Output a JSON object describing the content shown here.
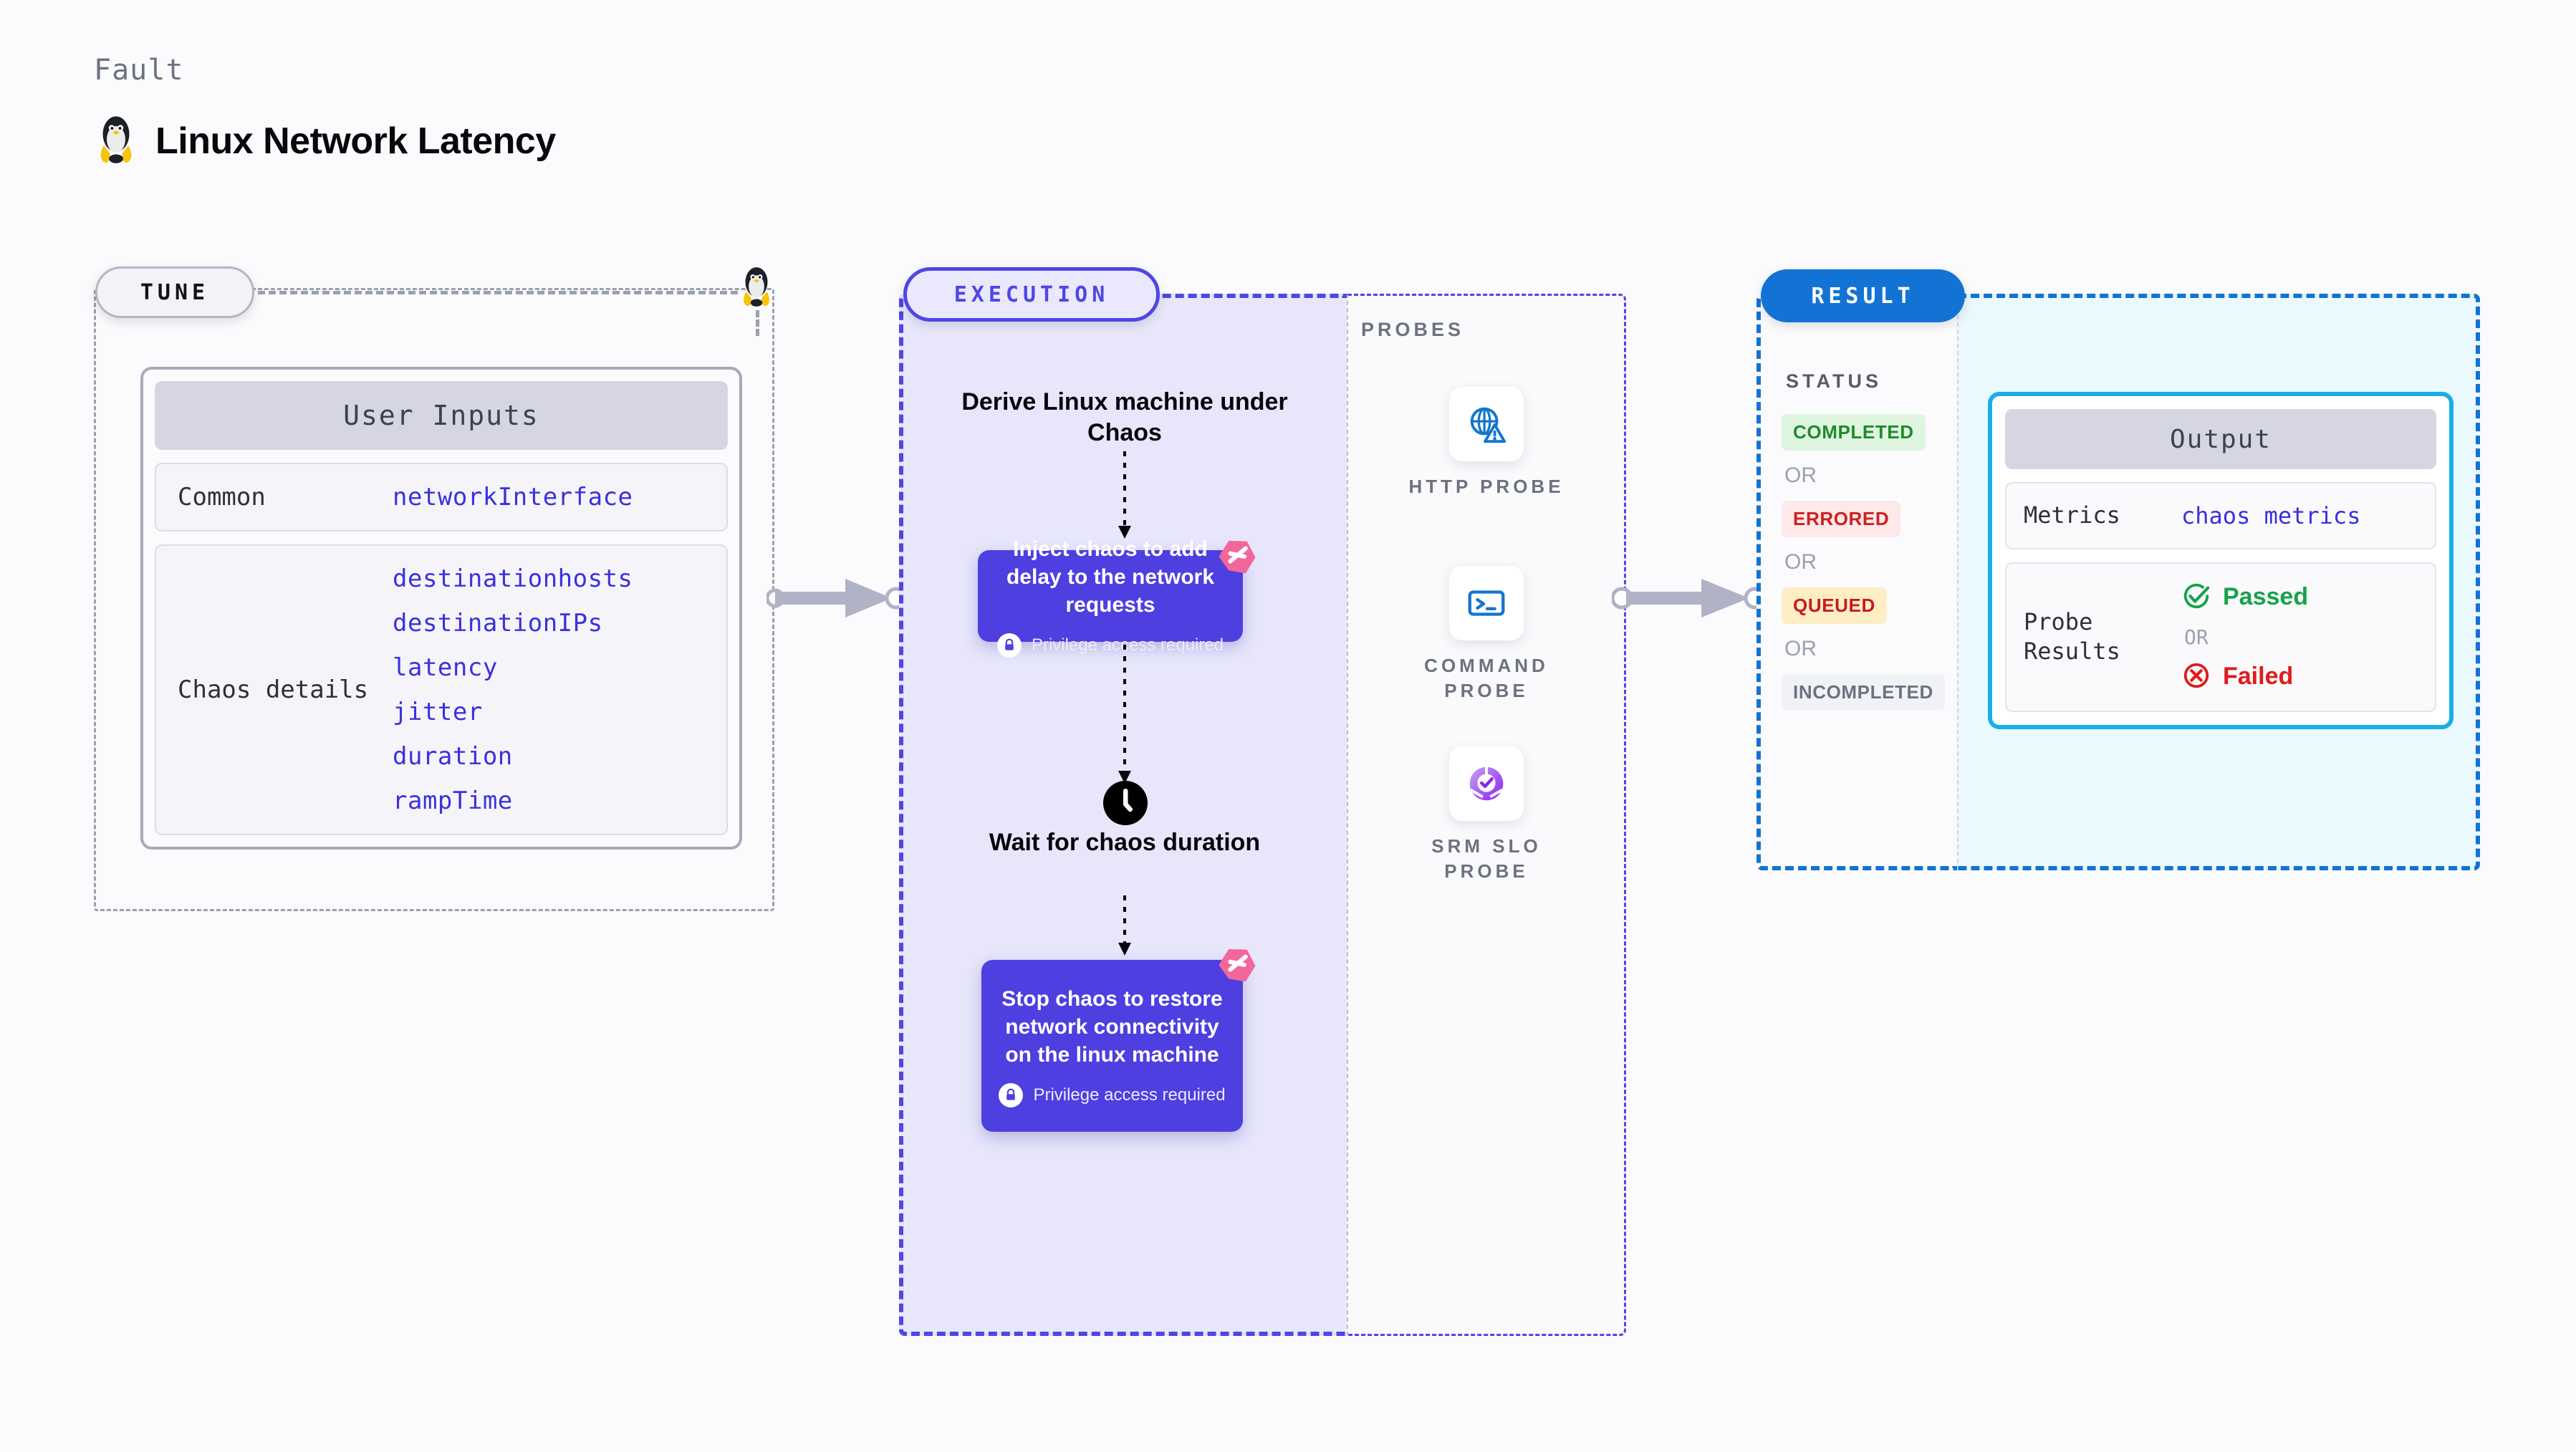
{
  "header": {
    "eyebrow": "Fault",
    "title": "Linux Network Latency",
    "icon": "linux-penguin-icon"
  },
  "tune": {
    "badge": "TUNE",
    "linked_icon": "linux-penguin-icon",
    "card": {
      "title": "User Inputs",
      "rows": [
        {
          "label": "Common",
          "values": [
            "networkInterface"
          ]
        },
        {
          "label": "Chaos details",
          "values": [
            "destinationhosts",
            "destinationIPs",
            "latency",
            "jitter",
            "duration",
            "rampTime"
          ]
        }
      ]
    }
  },
  "execution": {
    "badge": "EXECUTION",
    "step_derive": "Derive Linux machine under Chaos",
    "step_inject": {
      "title": "Inject chaos to add delay to the network requests",
      "privilege": "Privilege access required",
      "privilege_icon": "lock-icon",
      "corner_icon": "harness-logo-icon"
    },
    "step_wait": {
      "icon": "clock-icon",
      "title": "Wait for chaos duration"
    },
    "step_stop": {
      "title": "Stop chaos to restore network connectivity on the linux machine",
      "privilege": "Privilege access required",
      "privilege_icon": "lock-icon",
      "corner_icon": "harness-logo-icon"
    }
  },
  "probes": {
    "label": "PROBES",
    "items": [
      {
        "name": "HTTP PROBE",
        "icon": "globe-warning-icon"
      },
      {
        "name": "COMMAND PROBE",
        "icon": "terminal-icon"
      },
      {
        "name": "SRM SLO PROBE",
        "icon": "slo-donut-check-icon"
      }
    ]
  },
  "result": {
    "badge": "RESULT",
    "status_label": "STATUS",
    "or_label": "OR",
    "statuses": [
      {
        "text": "COMPLETED",
        "color": "#1f8b2b",
        "bg": "#dff5e0"
      },
      {
        "text": "ERRORED",
        "color": "#d01f1f",
        "bg": "#fde9e9"
      },
      {
        "text": "QUEUED",
        "color": "#c41d1d",
        "bg": "#fdeec4"
      },
      {
        "text": "INCOMPLETED",
        "color": "#6b7280",
        "bg": "#f1f2f6"
      }
    ],
    "output": {
      "title": "Output",
      "metrics_label": "Metrics",
      "metrics_value": "chaos metrics",
      "probe_results_label": "Probe Results",
      "passed": "Passed",
      "failed": "Failed",
      "or_label": "OR",
      "passed_icon": "check-circle-icon",
      "failed_icon": "x-circle-icon",
      "passed_color": "#16a34a",
      "failed_color": "#e01b1b"
    }
  },
  "connectors": {
    "arrow1": "arrow-tune-to-execution",
    "arrow2": "arrow-execution-to-result"
  },
  "colors": {
    "accent_purple": "#4f46e5",
    "accent_blue": "#1273d4",
    "chaos_card": "#4d3fe0",
    "harness_pink": "#f2669a",
    "exec_fill": "#e7e6fb",
    "result_fill": "#eaf9fe"
  }
}
